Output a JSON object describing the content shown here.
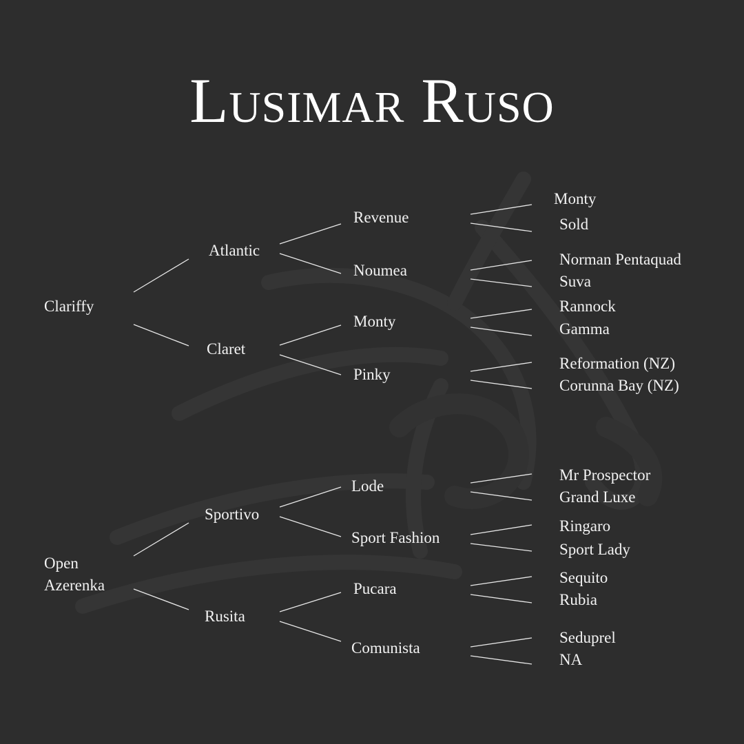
{
  "title": "Lusimar Ruso",
  "pedigree": {
    "sire": {
      "name": "Clariffy",
      "sire": {
        "name": "Atlantic",
        "sire": {
          "name": "Revenue",
          "sire": "Monty",
          "dam": "Sold"
        },
        "dam": {
          "name": "Noumea",
          "sire": "Norman Pentaquad",
          "dam": "Suva"
        }
      },
      "dam": {
        "name": "Claret",
        "sire": {
          "name": "Monty",
          "sire": "Rannock",
          "dam": "Gamma"
        },
        "dam": {
          "name": "Pinky",
          "sire": "Reformation (NZ)",
          "dam": "Corunna Bay (NZ)"
        }
      }
    },
    "dam": {
      "name_line1": "Open",
      "name_line2": "Azerenka",
      "sire": {
        "name": "Sportivo",
        "sire": {
          "name": "Lode",
          "sire": "Mr Prospector",
          "dam": "Grand Luxe"
        },
        "dam": {
          "name": "Sport Fashion",
          "sire": "Ringaro",
          "dam": "Sport Lady"
        }
      },
      "dam": {
        "name": "Rusita",
        "sire": {
          "name": "Pucara",
          "sire": "Sequito",
          "dam": "Rubia"
        },
        "dam": {
          "name": "Comunista",
          "sire": "Seduprel",
          "dam": "NA"
        }
      }
    }
  },
  "colors": {
    "background": "#2d2d2d",
    "text": "#f2f2f2",
    "lines": "#e8e8e8",
    "watermark": "#353535"
  }
}
